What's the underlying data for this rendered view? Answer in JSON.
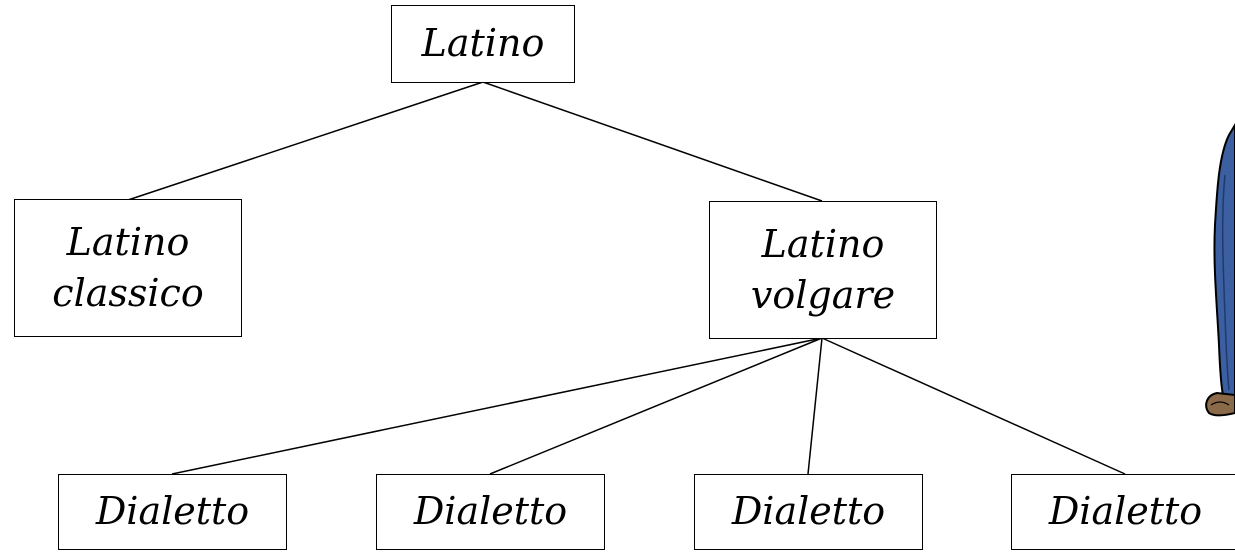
{
  "nodes": {
    "root": {
      "label": "Latino"
    },
    "classico": {
      "line1": "Latino",
      "line2": "classico"
    },
    "volgare": {
      "line1": "Latino",
      "line2": "volgare"
    },
    "dialetti": [
      {
        "label": "Dialetto"
      },
      {
        "label": "Dialetto"
      },
      {
        "label": "Dialetto"
      },
      {
        "label": "Dialetto"
      }
    ]
  },
  "colors": {
    "line": "#000000",
    "border": "#000000",
    "background": "#ffffff",
    "figure_robe": "#3b5fa0",
    "figure_sandal": "#8b6a4a"
  }
}
